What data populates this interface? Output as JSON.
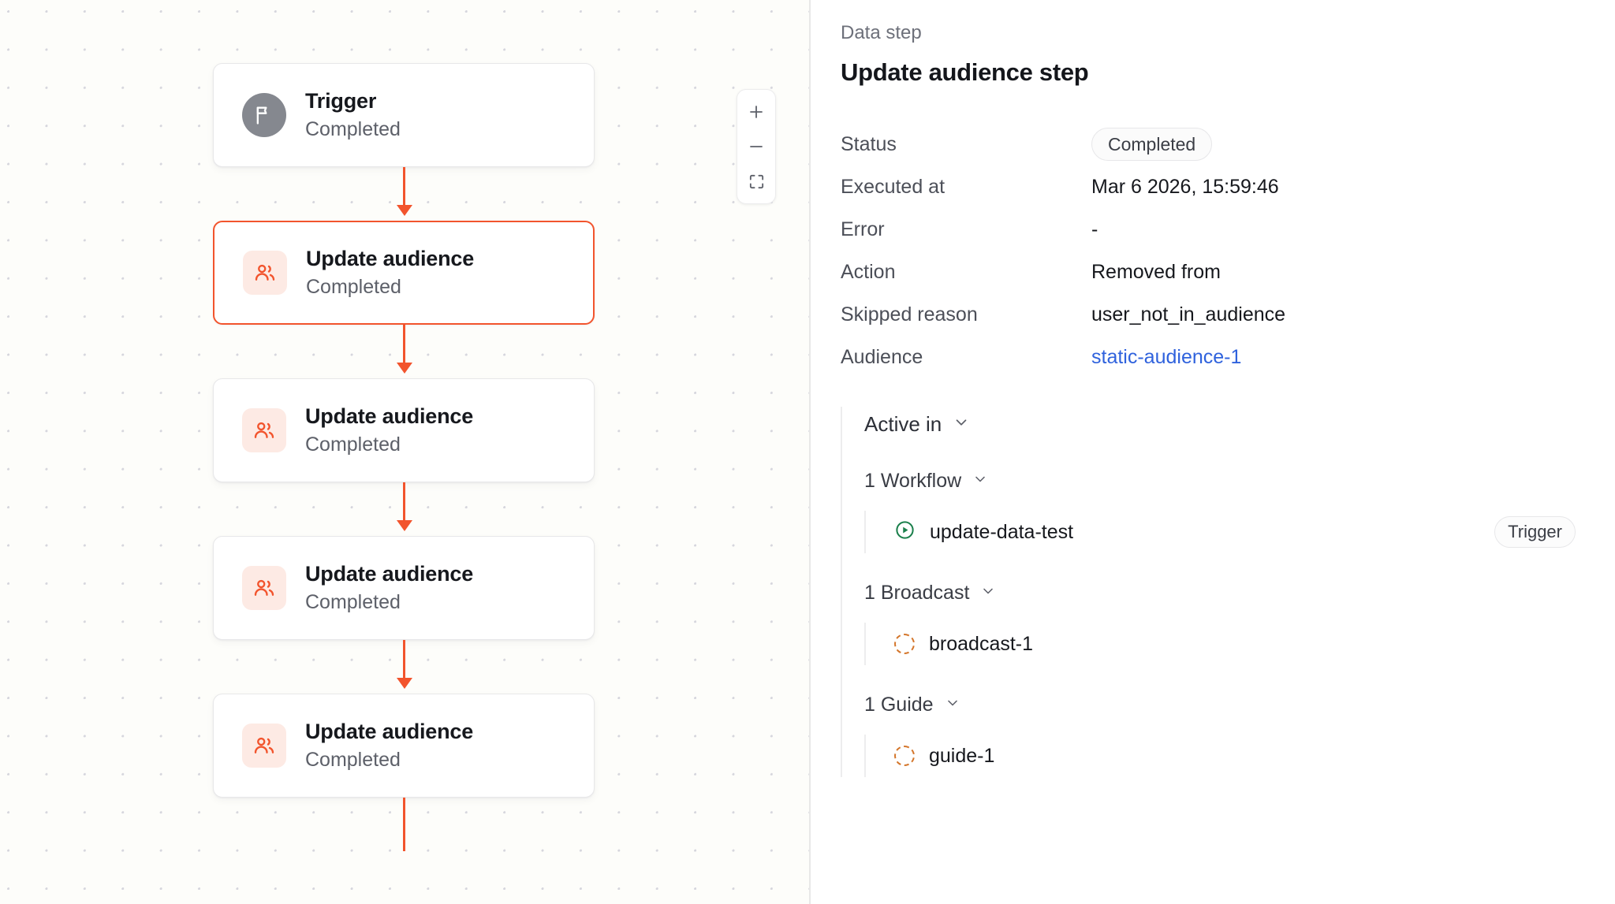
{
  "canvas": {
    "zoom_controls": {
      "zoom_in_label": "+",
      "zoom_out_label": "−",
      "fit_label": "fit-view"
    },
    "nodes": [
      {
        "title": "Trigger",
        "status": "Completed",
        "icon": "flag-icon",
        "kind": "trigger",
        "selected": false
      },
      {
        "title": "Update audience",
        "status": "Completed",
        "icon": "users-icon",
        "kind": "audience",
        "selected": true
      },
      {
        "title": "Update audience",
        "status": "Completed",
        "icon": "users-icon",
        "kind": "audience",
        "selected": false
      },
      {
        "title": "Update audience",
        "status": "Completed",
        "icon": "users-icon",
        "kind": "audience",
        "selected": false
      },
      {
        "title": "Update audience",
        "status": "Completed",
        "icon": "users-icon",
        "kind": "audience",
        "selected": false
      }
    ]
  },
  "panel": {
    "kicker": "Data step",
    "title": "Update audience step",
    "rows": [
      {
        "label": "Status",
        "value": "Completed",
        "type": "badge"
      },
      {
        "label": "Executed at",
        "value": "Mar 6 2026, 15:59:46",
        "type": "text"
      },
      {
        "label": "Error",
        "value": "-",
        "type": "text"
      },
      {
        "label": "Action",
        "value": "Removed from",
        "type": "text"
      },
      {
        "label": "Skipped reason",
        "value": "user_not_in_audience",
        "type": "text"
      },
      {
        "label": "Audience",
        "value": "static-audience-1",
        "type": "link"
      }
    ],
    "active_in": {
      "label": "Active in",
      "groups": [
        {
          "label": "1 Workflow",
          "items": [
            {
              "name": "update-data-test",
              "icon": "play-circle-icon",
              "badge": "Trigger"
            }
          ]
        },
        {
          "label": "1 Broadcast",
          "items": [
            {
              "name": "broadcast-1",
              "icon": "dashed-circle-icon",
              "badge": ""
            }
          ]
        },
        {
          "label": "1 Guide",
          "items": [
            {
              "name": "guide-1",
              "icon": "dashed-circle-icon",
              "badge": ""
            }
          ]
        }
      ]
    }
  },
  "colors": {
    "accent": "#f2542d",
    "link": "#2f62dd",
    "icon_bg": "#fdeae4",
    "trigger_bg": "#85888f",
    "dashed": "#d4762b",
    "play_green": "#1a7f4b"
  }
}
